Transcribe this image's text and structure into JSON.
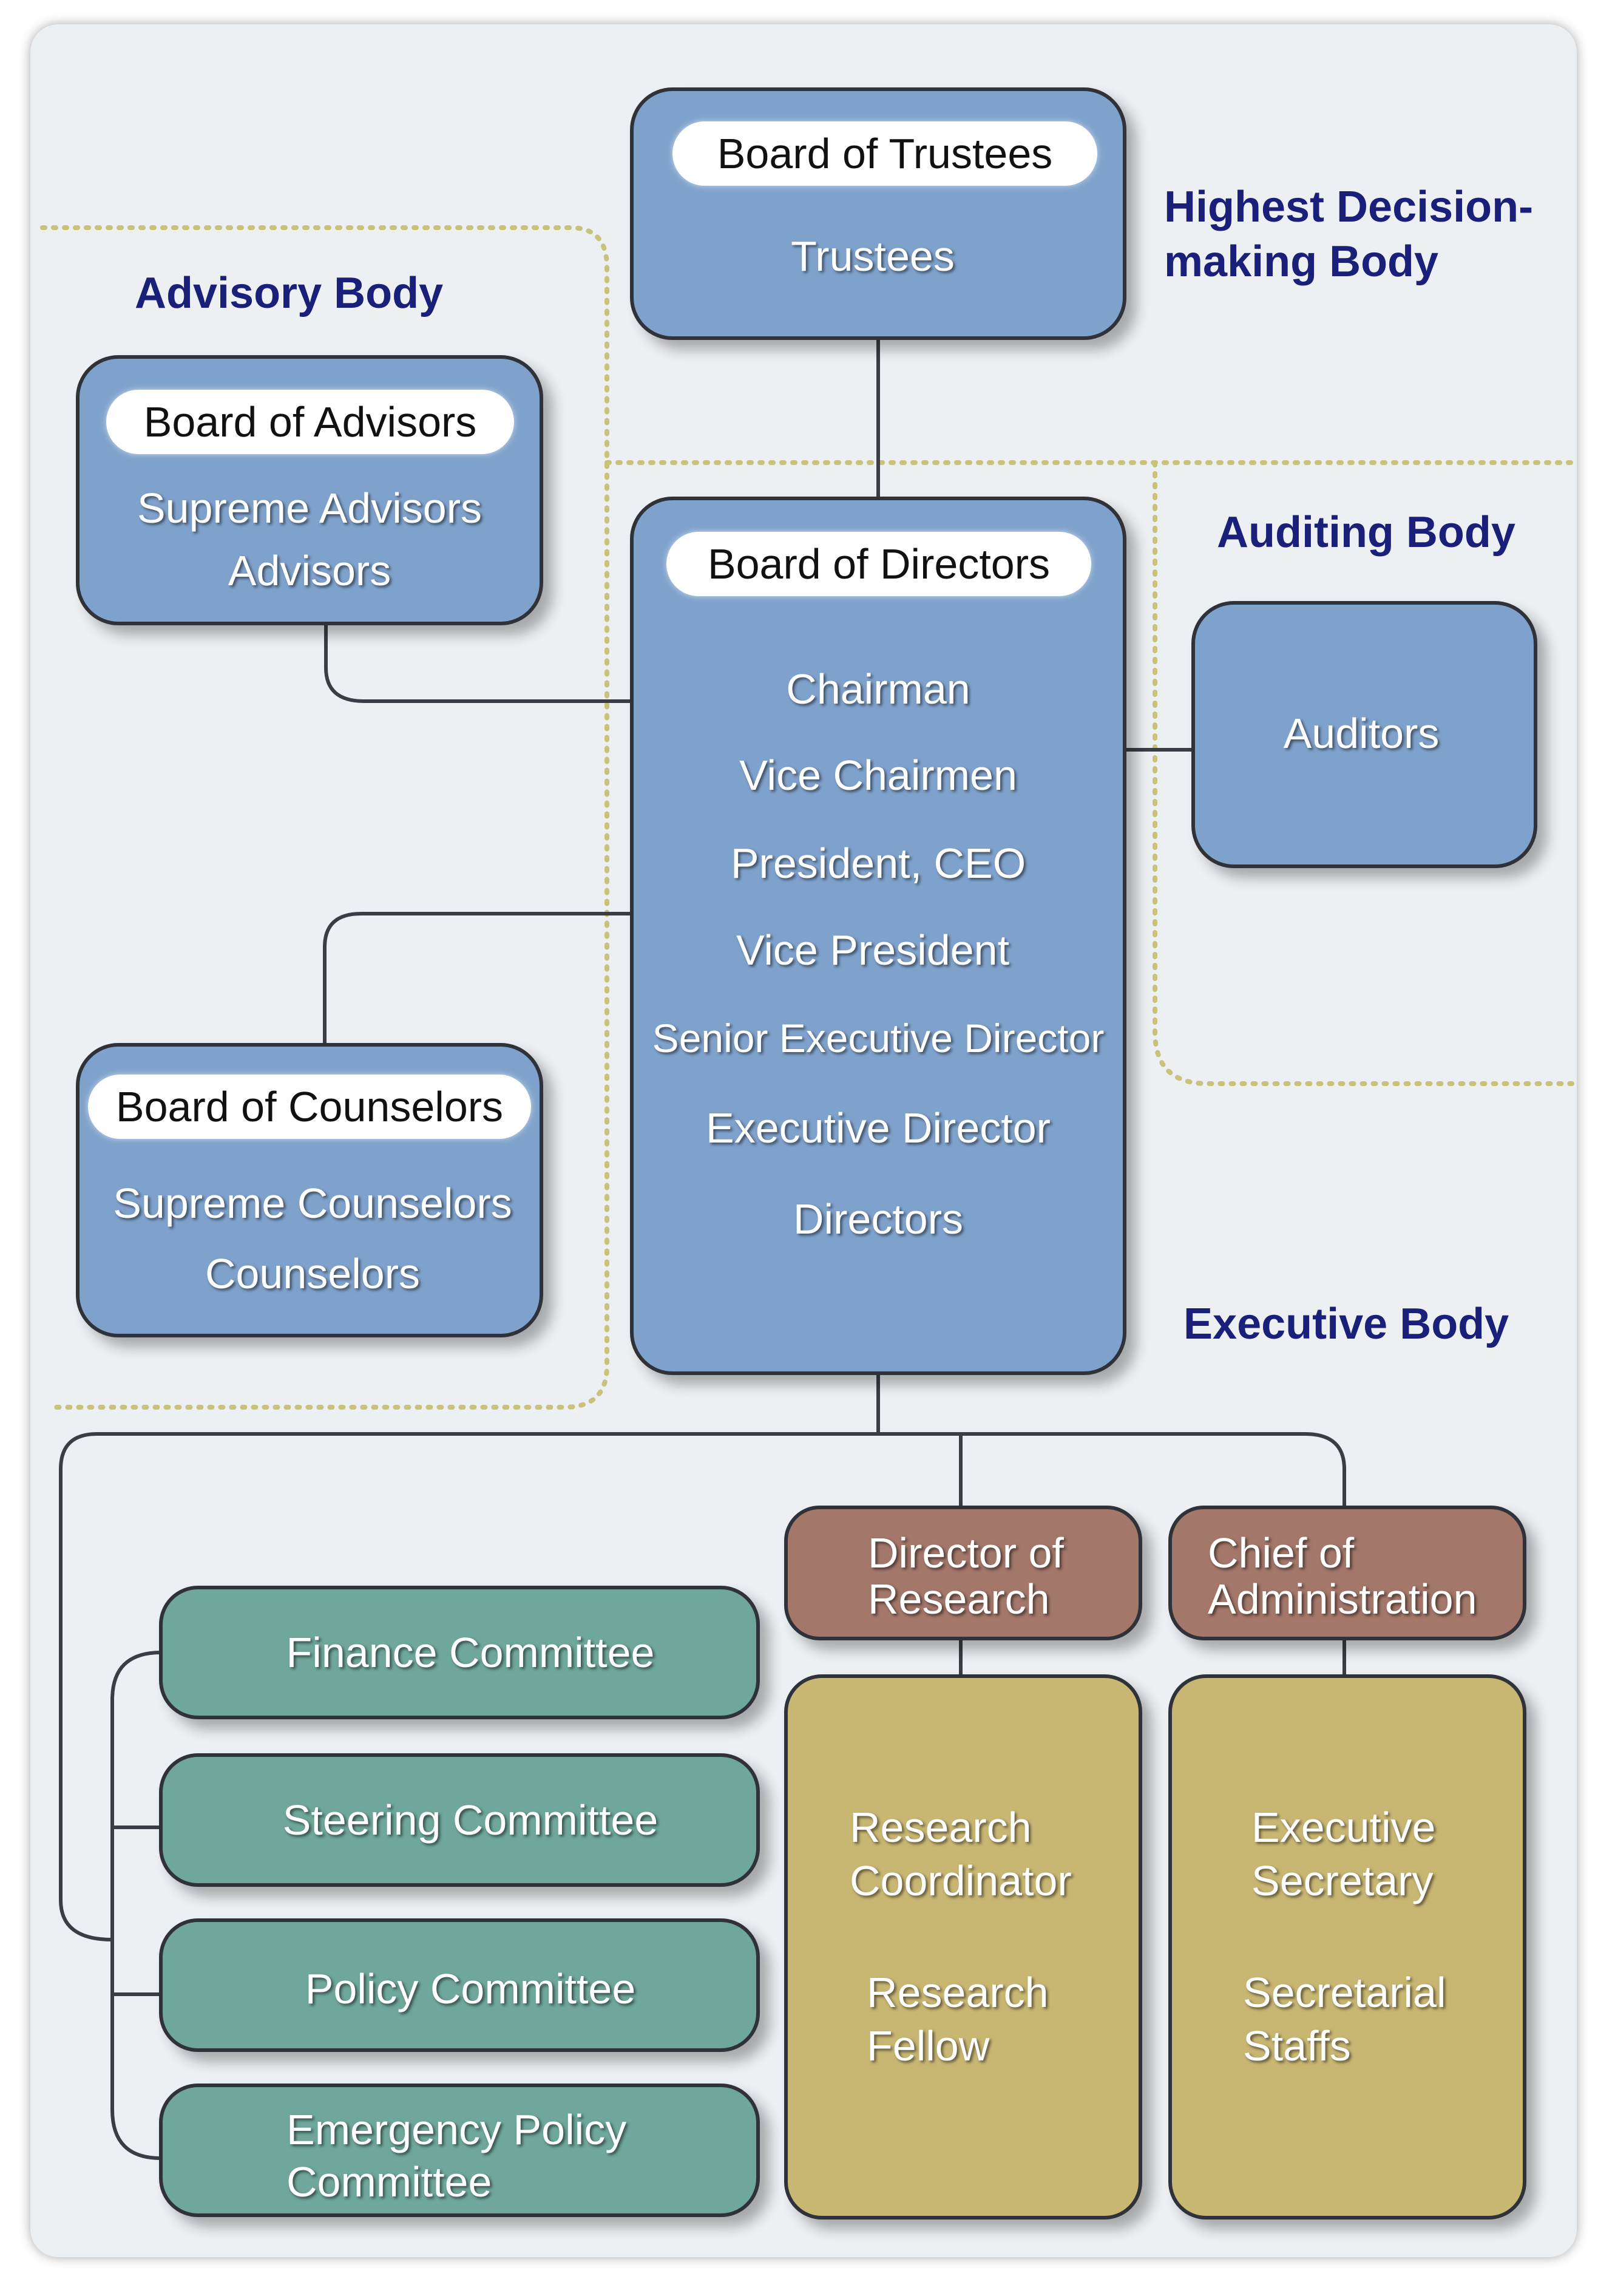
{
  "zones": {
    "highest": [
      "Highest Decision-",
      "making Body"
    ],
    "advisory": "Advisory Body",
    "auditing": "Auditing Body",
    "executive": "Executive Body"
  },
  "trustees": {
    "header": "Board of Trustees",
    "members": [
      "Trustees"
    ]
  },
  "advisors": {
    "header": "Board of Advisors",
    "members": [
      "Supreme Advisors",
      "Advisors"
    ]
  },
  "directors": {
    "header": "Board of Directors",
    "members": [
      "Chairman",
      "Vice Chairmen",
      "President, CEO",
      "Vice President",
      "Senior Executive Director",
      "Executive Director",
      "Directors"
    ]
  },
  "auditors": {
    "members": [
      "Auditors"
    ]
  },
  "counselors": {
    "header": "Board of Counselors",
    "members": [
      "Supreme Counselors",
      "Counselors"
    ]
  },
  "committees": [
    "Finance Committee",
    "Steering Committee",
    "Policy Committee",
    [
      "Emergency Policy",
      "Committee"
    ]
  ],
  "research": {
    "head": [
      "Director of",
      "Research"
    ],
    "staff": [
      [
        "Research",
        "Coordinator"
      ],
      [
        "Research",
        "Fellow"
      ]
    ]
  },
  "administration": {
    "head": [
      "Chief of",
      "Administration"
    ],
    "staff": [
      [
        "Executive",
        "Secretary"
      ],
      [
        "Secretarial",
        "Staffs"
      ]
    ]
  },
  "colors": {
    "board_blue": "#7fa2cc",
    "committee_green": "#6fa79a",
    "head_brown": "#a3776a",
    "staff_olive": "#c8b673",
    "zone_label": "#1a1f7a",
    "dotted_border": "#c8c27a"
  }
}
